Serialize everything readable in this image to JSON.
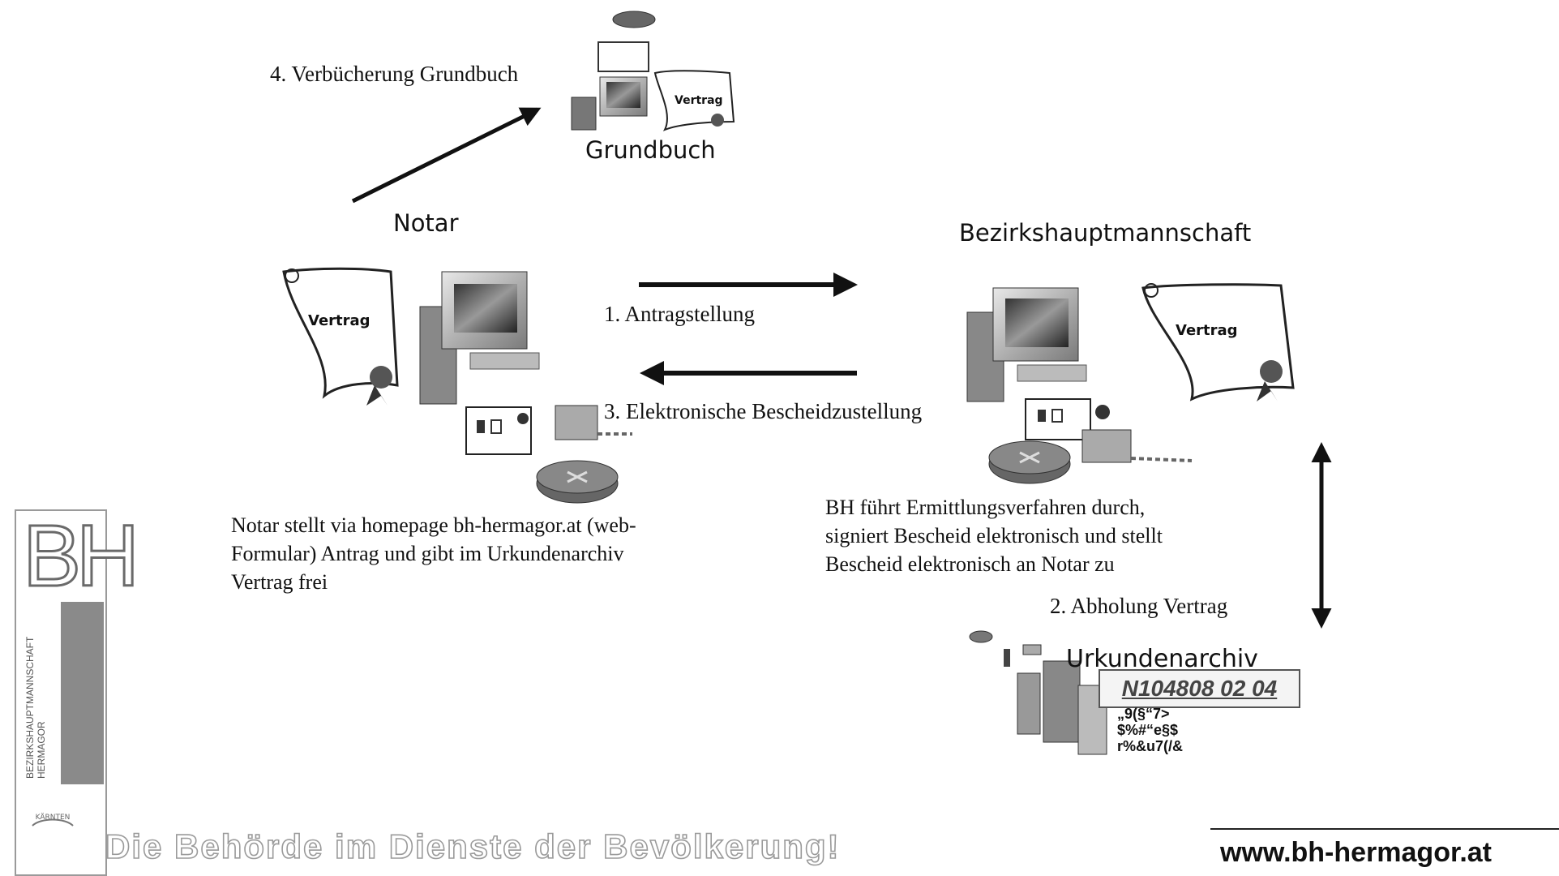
{
  "labels": {
    "step4": "4. Verbücherung Grundbuch",
    "grundbuch": "Grundbuch",
    "notar": "Notar",
    "bh": "Bezirkshauptmannschaft",
    "step1": "1. Antragstellung",
    "step3": "3. Elektronische Bescheidzustellung",
    "step2": "2. Abholung Vertrag",
    "urkundenarchiv": "Urkundenarchiv",
    "vertrag": "Vertrag"
  },
  "descriptions": {
    "notar_lines": [
      "Notar stellt via homepage bh-hermagor.at (web-",
      "Formular) Antrag und gibt im Urkundenarchiv",
      "Vertrag frei"
    ],
    "bh_lines": [
      "BH führt Ermittlungsverfahren durch,",
      "signiert Bescheid elektronisch und stellt",
      "Bescheid elektronisch an Notar zu"
    ]
  },
  "archive": {
    "code": "N104808 02 04",
    "scramble_lines": [
      "„9(§“7>",
      "$%#“e§$",
      "r%&u7(/&"
    ]
  },
  "logo": {
    "letters": "BH",
    "org_line1": "BEZIRKSHAUPTMANNSCHAFT",
    "org_line2": "HERMAGOR",
    "badge": "KÄRNTEN"
  },
  "footer": {
    "slogan": "Die Behörde im Dienste der Bevölkerung!",
    "website": "www.bh-hermagor.at"
  },
  "icons": [
    "scroll-document-icon",
    "computer-workstation-icon",
    "network-router-icon",
    "server-tower-icon"
  ],
  "colors": {
    "ink": "#111111",
    "gray": "#8a8a8a"
  }
}
